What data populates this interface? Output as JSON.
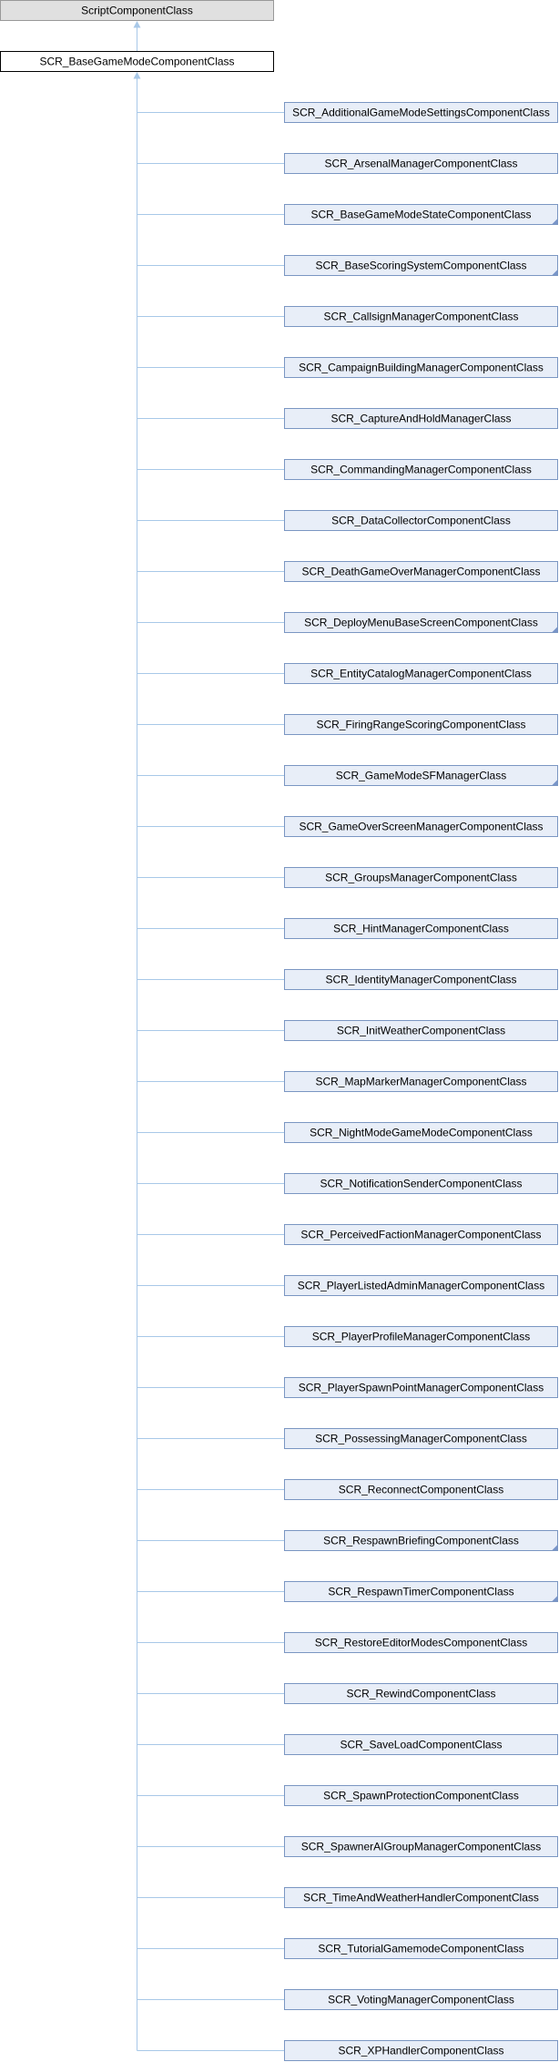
{
  "colors": {
    "root_fill": "#e0e0e0",
    "root_stroke": "#999999",
    "base_fill": "#ffffff",
    "base_stroke": "#000000",
    "child_fill": "#e8eef8",
    "child_stroke": "#7a96c2",
    "edge": "#a8c8e8",
    "more_marker": "#7894c8"
  },
  "root": {
    "label": "ScriptComponentClass"
  },
  "base": {
    "label": "SCR_BaseGameModeComponentClass"
  },
  "children": [
    {
      "label": "SCR_AdditionalGameModeSettingsComponentClass",
      "has_children": false
    },
    {
      "label": "SCR_ArsenalManagerComponentClass",
      "has_children": false
    },
    {
      "label": "SCR_BaseGameModeStateComponentClass",
      "has_children": true
    },
    {
      "label": "SCR_BaseScoringSystemComponentClass",
      "has_children": true
    },
    {
      "label": "SCR_CallsignManagerComponentClass",
      "has_children": false
    },
    {
      "label": "SCR_CampaignBuildingManagerComponentClass",
      "has_children": false
    },
    {
      "label": "SCR_CaptureAndHoldManagerClass",
      "has_children": false
    },
    {
      "label": "SCR_CommandingManagerComponentClass",
      "has_children": false
    },
    {
      "label": "SCR_DataCollectorComponentClass",
      "has_children": false
    },
    {
      "label": "SCR_DeathGameOverManagerComponentClass",
      "has_children": false
    },
    {
      "label": "SCR_DeployMenuBaseScreenComponentClass",
      "has_children": true
    },
    {
      "label": "SCR_EntityCatalogManagerComponentClass",
      "has_children": false
    },
    {
      "label": "SCR_FiringRangeScoringComponentClass",
      "has_children": false
    },
    {
      "label": "SCR_GameModeSFManagerClass",
      "has_children": true
    },
    {
      "label": "SCR_GameOverScreenManagerComponentClass",
      "has_children": false
    },
    {
      "label": "SCR_GroupsManagerComponentClass",
      "has_children": false
    },
    {
      "label": "SCR_HintManagerComponentClass",
      "has_children": false
    },
    {
      "label": "SCR_IdentityManagerComponentClass",
      "has_children": false
    },
    {
      "label": "SCR_InitWeatherComponentClass",
      "has_children": false
    },
    {
      "label": "SCR_MapMarkerManagerComponentClass",
      "has_children": false
    },
    {
      "label": "SCR_NightModeGameModeComponentClass",
      "has_children": false
    },
    {
      "label": "SCR_NotificationSenderComponentClass",
      "has_children": false
    },
    {
      "label": "SCR_PerceivedFactionManagerComponentClass",
      "has_children": false
    },
    {
      "label": "SCR_PlayerListedAdminManagerComponentClass",
      "has_children": false
    },
    {
      "label": "SCR_PlayerProfileManagerComponentClass",
      "has_children": false
    },
    {
      "label": "SCR_PlayerSpawnPointManagerComponentClass",
      "has_children": false
    },
    {
      "label": "SCR_PossessingManagerComponentClass",
      "has_children": false
    },
    {
      "label": "SCR_ReconnectComponentClass",
      "has_children": false
    },
    {
      "label": "SCR_RespawnBriefingComponentClass",
      "has_children": true
    },
    {
      "label": "SCR_RespawnTimerComponentClass",
      "has_children": true
    },
    {
      "label": "SCR_RestoreEditorModesComponentClass",
      "has_children": false
    },
    {
      "label": "SCR_RewindComponentClass",
      "has_children": false
    },
    {
      "label": "SCR_SaveLoadComponentClass",
      "has_children": false
    },
    {
      "label": "SCR_SpawnProtectionComponentClass",
      "has_children": false
    },
    {
      "label": "SCR_SpawnerAIGroupManagerComponentClass",
      "has_children": false
    },
    {
      "label": "SCR_TimeAndWeatherHandlerComponentClass",
      "has_children": false
    },
    {
      "label": "SCR_TutorialGamemodeComponentClass",
      "has_children": false
    },
    {
      "label": "SCR_VotingManagerComponentClass",
      "has_children": false
    },
    {
      "label": "SCR_XPHandlerComponentClass",
      "has_children": false
    }
  ]
}
